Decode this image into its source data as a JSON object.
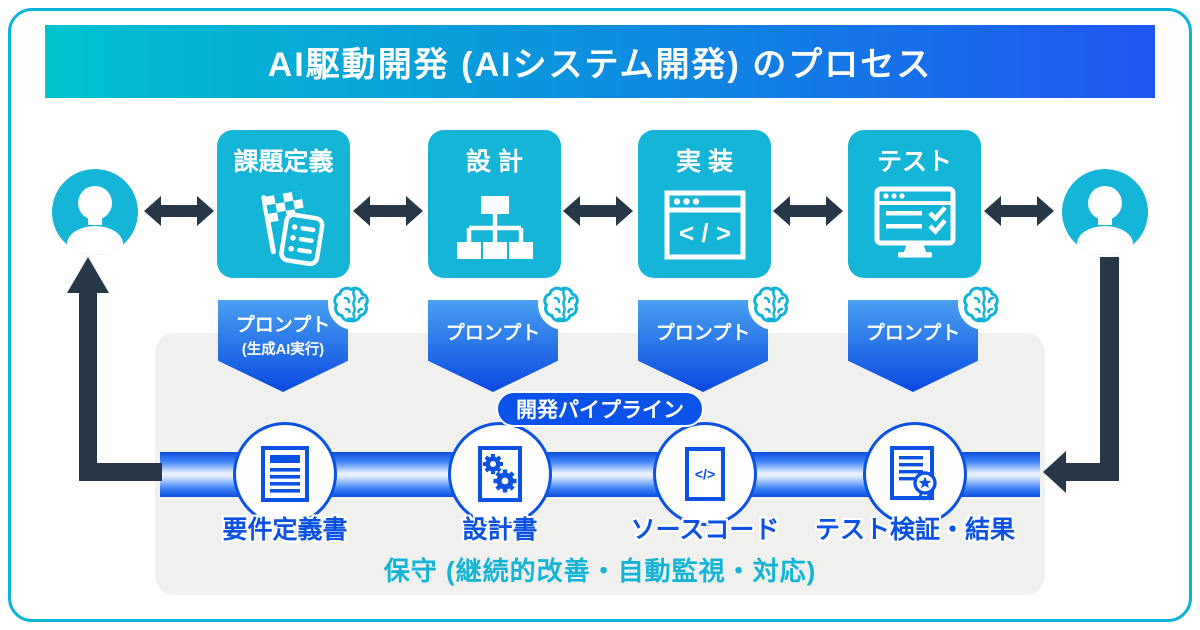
{
  "title": {
    "text": "AI駆動開発 (AIシステム開発) のプロセス"
  },
  "process_boxes": [
    {
      "label": "課題定義",
      "icon": "flag-checklist-icon"
    },
    {
      "label": "設 計",
      "icon": "hierarchy-icon"
    },
    {
      "label": "実 装",
      "icon": "code-window-icon",
      "icon_text": "< / >"
    },
    {
      "label": "テスト",
      "icon": "monitor-check-icon"
    }
  ],
  "prompts": [
    {
      "label": "プロンプト",
      "sublabel": "(生成AI実行)"
    },
    {
      "label": "プロンプト"
    },
    {
      "label": "プロンプト"
    },
    {
      "label": "プロンプト"
    }
  ],
  "pipeline": {
    "label": "開発パイプライン",
    "nodes": [
      {
        "label": "要件定義書",
        "icon": "document-icon"
      },
      {
        "label": "設計書",
        "icon": "document-gears-icon"
      },
      {
        "label": "ソースコード",
        "icon": "document-code-icon",
        "icon_text": "</>"
      },
      {
        "label": "テスト検証・結果",
        "icon": "document-award-icon"
      }
    ]
  },
  "maintenance": {
    "text": "保守 (継続的改善・自動監視・対応)"
  },
  "colors": {
    "frame_border": "#0ab4d8",
    "title_gradient_start": "#00c3cf",
    "title_gradient_end": "#2055f2",
    "process_box_cyan": "#15b5d8",
    "dark_arrow_navy": "#263848",
    "prompt_gradient_start": "#4aa0f0",
    "prompt_gradient_end": "#0849e0",
    "pipeline_blue": "#0b52e4",
    "panel_gray": "#f0f0ef",
    "maintenance_cyan": "#14b4d6",
    "brain_cyan": "#12b2d8"
  }
}
